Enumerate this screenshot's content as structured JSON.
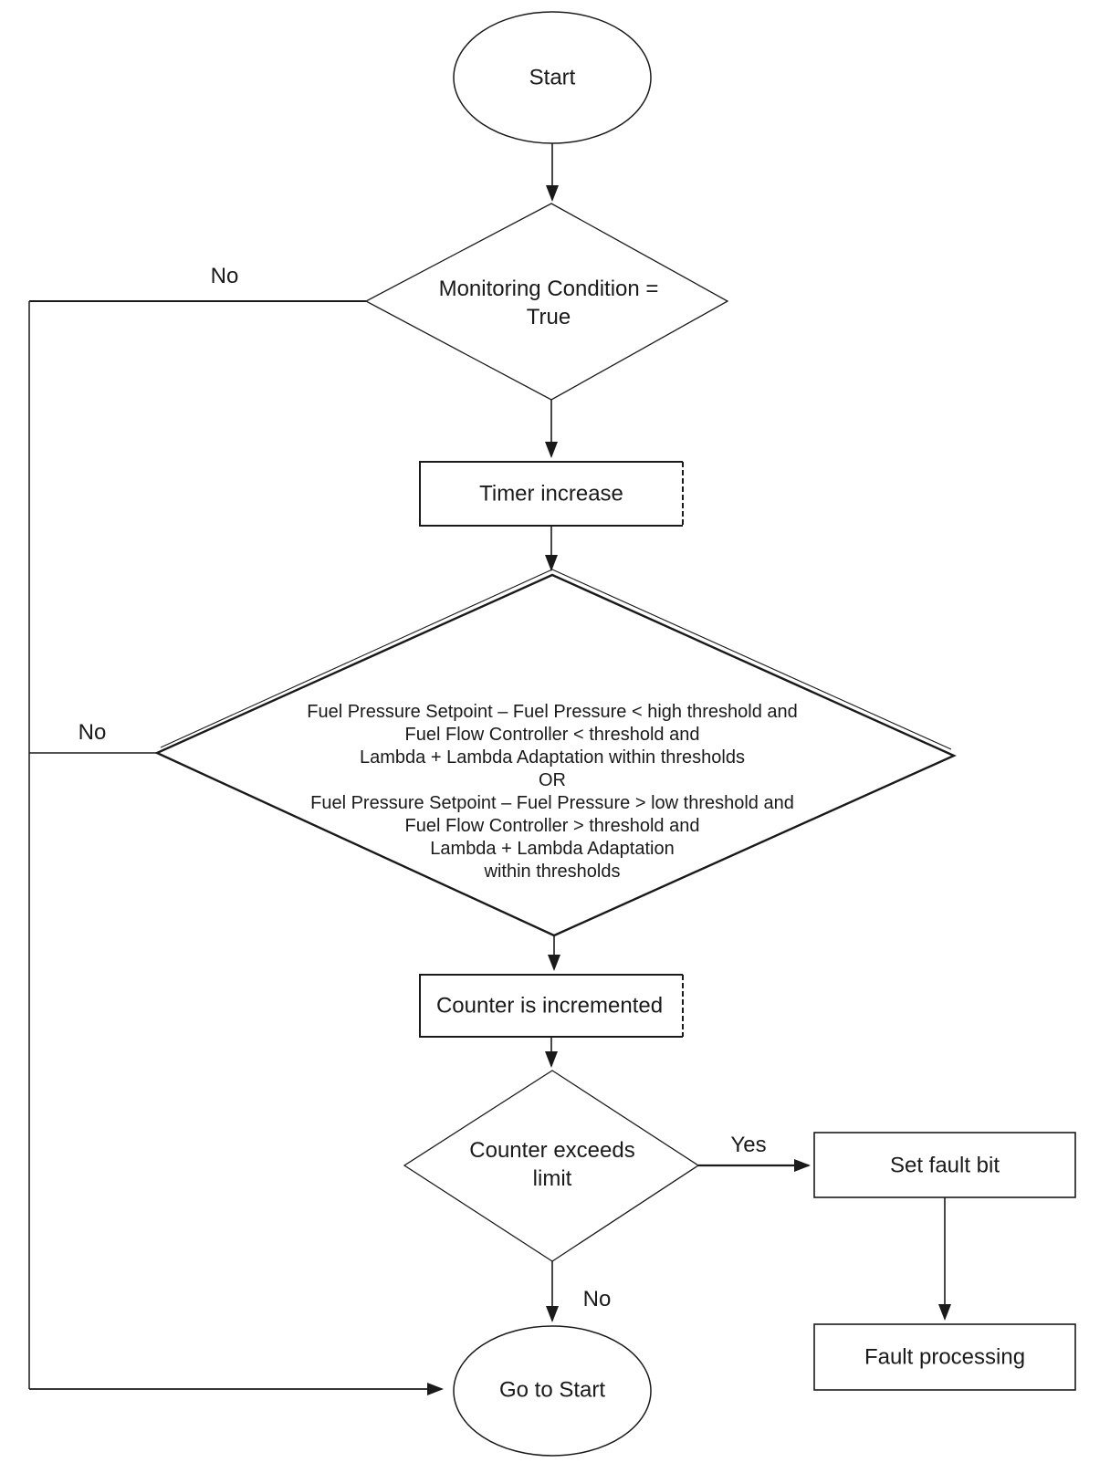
{
  "flowchart": {
    "nodes": {
      "start": {
        "label": "Start"
      },
      "monitoring_decision": {
        "line1": "Monitoring Condition =",
        "line2": "True"
      },
      "timer_increase": {
        "label": "Timer increase"
      },
      "fuel_decision": {
        "lines": [
          "Fuel Pressure Setpoint – Fuel Pressure < high threshold and",
          "Fuel Flow Controller < threshold and",
          "Lambda + Lambda Adaptation within thresholds",
          "OR",
          "Fuel Pressure Setpoint – Fuel Pressure > low threshold and",
          "Fuel Flow Controller > threshold and",
          "Lambda + Lambda Adaptation",
          "within thresholds"
        ]
      },
      "counter_increment": {
        "label": "Counter is incremented"
      },
      "counter_decision": {
        "line1": "Counter exceeds",
        "line2": "limit"
      },
      "set_fault_bit": {
        "label": "Set fault bit"
      },
      "fault_processing": {
        "label": "Fault processing"
      },
      "go_to_start": {
        "label": "Go to Start"
      }
    },
    "edge_labels": {
      "monitoring_no": "No",
      "fuel_no": "No",
      "counter_yes": "Yes",
      "counter_no": "No"
    },
    "colors": {
      "line": "#1a1a1a",
      "text": "#1a1a1a",
      "background": "#ffffff"
    }
  }
}
